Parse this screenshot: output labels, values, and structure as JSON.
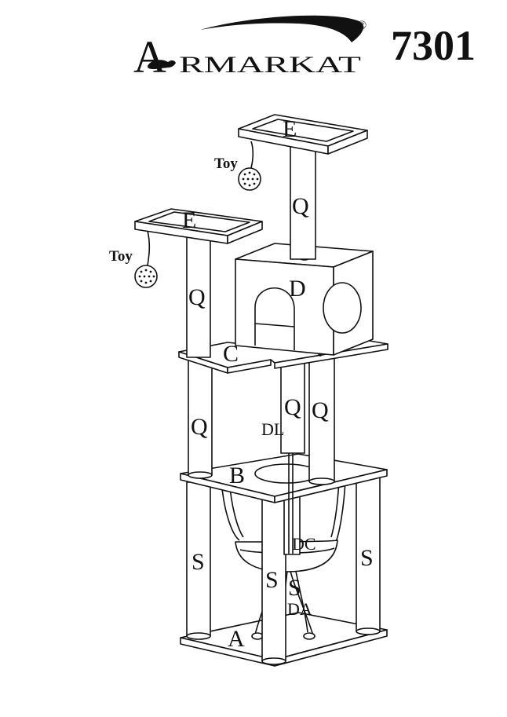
{
  "brand": {
    "initial": "A",
    "rest": "RMARKAT",
    "registered": "®",
    "model_number": "7301"
  },
  "labels": {
    "perch_top": "E",
    "perch_left": "E",
    "post_top": "Q",
    "post_left_upper": "Q",
    "condo": "D",
    "platform_c": "C",
    "post_left_mid": "Q",
    "post_center_a": "Q",
    "post_center_b": "Q",
    "dangle_line": "DL",
    "platform_b": "B",
    "basket": "DC",
    "post_s_left": "S",
    "post_s_right": "S",
    "post_s_front": "S",
    "post_s_center": "S",
    "dangle_a": "DA",
    "base": "A",
    "toy_top": "Toy",
    "toy_left": "Toy"
  }
}
